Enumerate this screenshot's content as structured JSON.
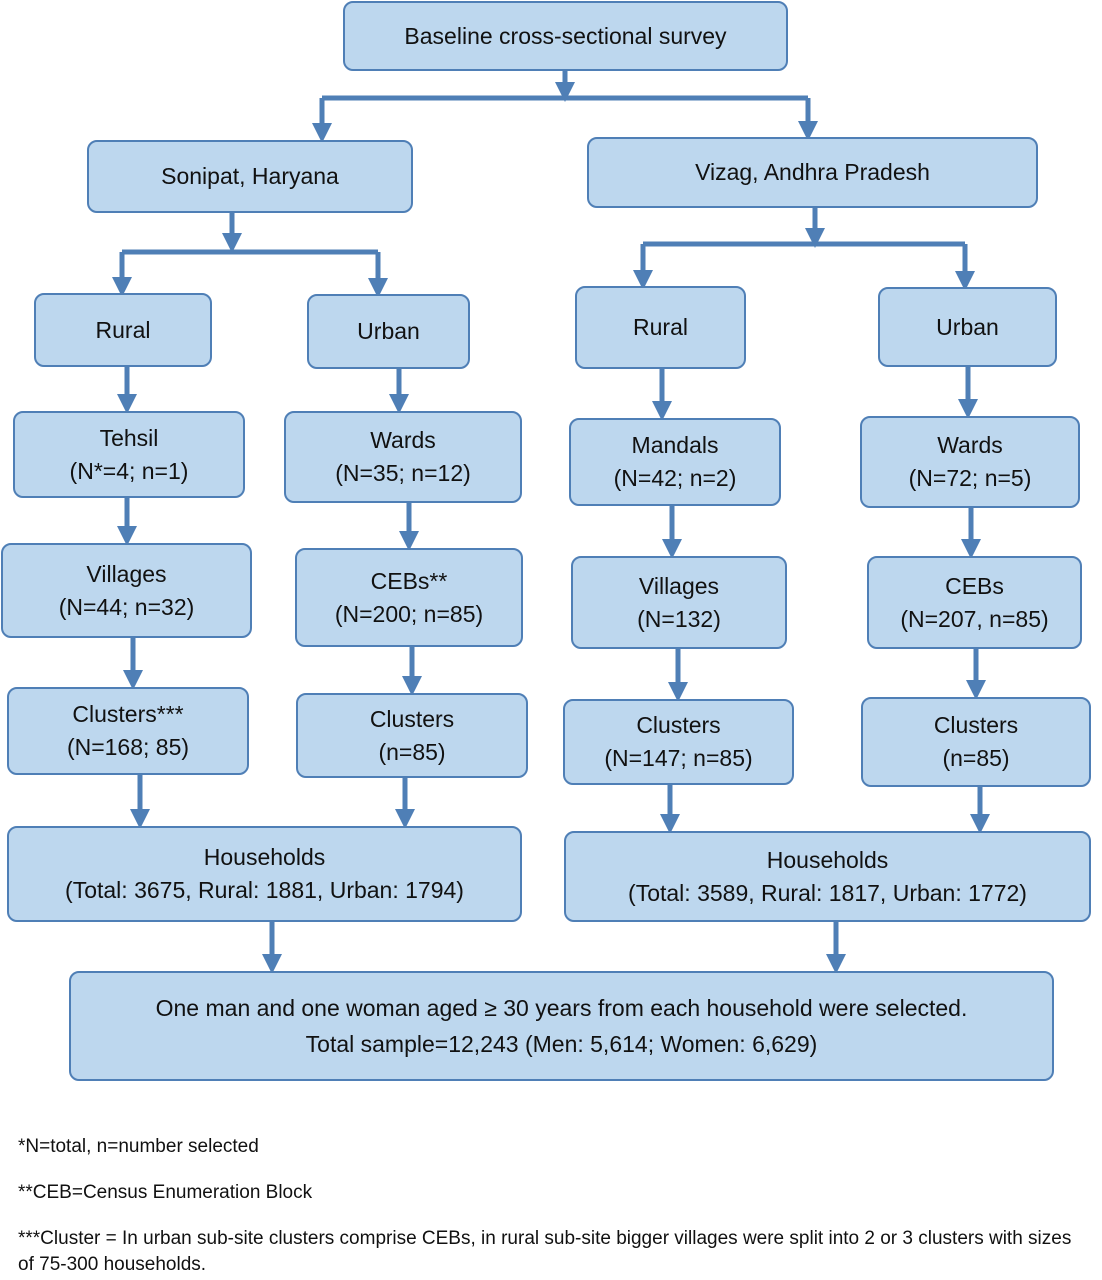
{
  "diagram": {
    "root": "Baseline cross-sectional survey",
    "sites": [
      {
        "name": "Sonipat, Haryana",
        "rural": {
          "label": "Rural",
          "levels": [
            {
              "title": "Tehsil",
              "detail": "(N*=4; n=1)"
            },
            {
              "title": "Villages",
              "detail": "(N=44; n=32)"
            },
            {
              "title": "Clusters***",
              "detail": "(N=168; 85)"
            }
          ]
        },
        "urban": {
          "label": "Urban",
          "levels": [
            {
              "title": "Wards",
              "detail": "(N=35; n=12)"
            },
            {
              "title": "CEBs**",
              "detail": "(N=200; n=85)"
            },
            {
              "title": "Clusters",
              "detail": "(n=85)"
            }
          ]
        },
        "households": {
          "title": "Households",
          "detail": "(Total: 3675, Rural: 1881, Urban: 1794)"
        }
      },
      {
        "name": "Vizag, Andhra Pradesh",
        "rural": {
          "label": "Rural",
          "levels": [
            {
              "title": "Mandals",
              "detail": "(N=42; n=2)"
            },
            {
              "title": "Villages",
              "detail": "(N=132)"
            },
            {
              "title": "Clusters",
              "detail": "(N=147; n=85)"
            }
          ]
        },
        "urban": {
          "label": "Urban",
          "levels": [
            {
              "title": "Wards",
              "detail": "(N=72; n=5)"
            },
            {
              "title": "CEBs",
              "detail": "(N=207, n=85)"
            },
            {
              "title": "Clusters",
              "detail": "(n=85)"
            }
          ]
        },
        "households": {
          "title": "Households",
          "detail": "(Total: 3589, Rural: 1817, Urban: 1772)"
        }
      }
    ],
    "final": {
      "line1": "One man and one woman aged ≥ 30 years from each household were selected.",
      "line2": "Total sample=12,243 (Men: 5,614; Women: 6,629)"
    }
  },
  "footnotes": [
    "*N=total, n=number selected",
    "**CEB=Census Enumeration Block",
    "***Cluster = In urban sub-site clusters comprise CEBs, in rural sub-site bigger villages were split into 2 or 3 clusters with sizes of 75-300 households."
  ],
  "colors": {
    "box_fill": "#bdd7ee",
    "box_border": "#4f7fb6",
    "arrow": "#4f7fb6"
  }
}
